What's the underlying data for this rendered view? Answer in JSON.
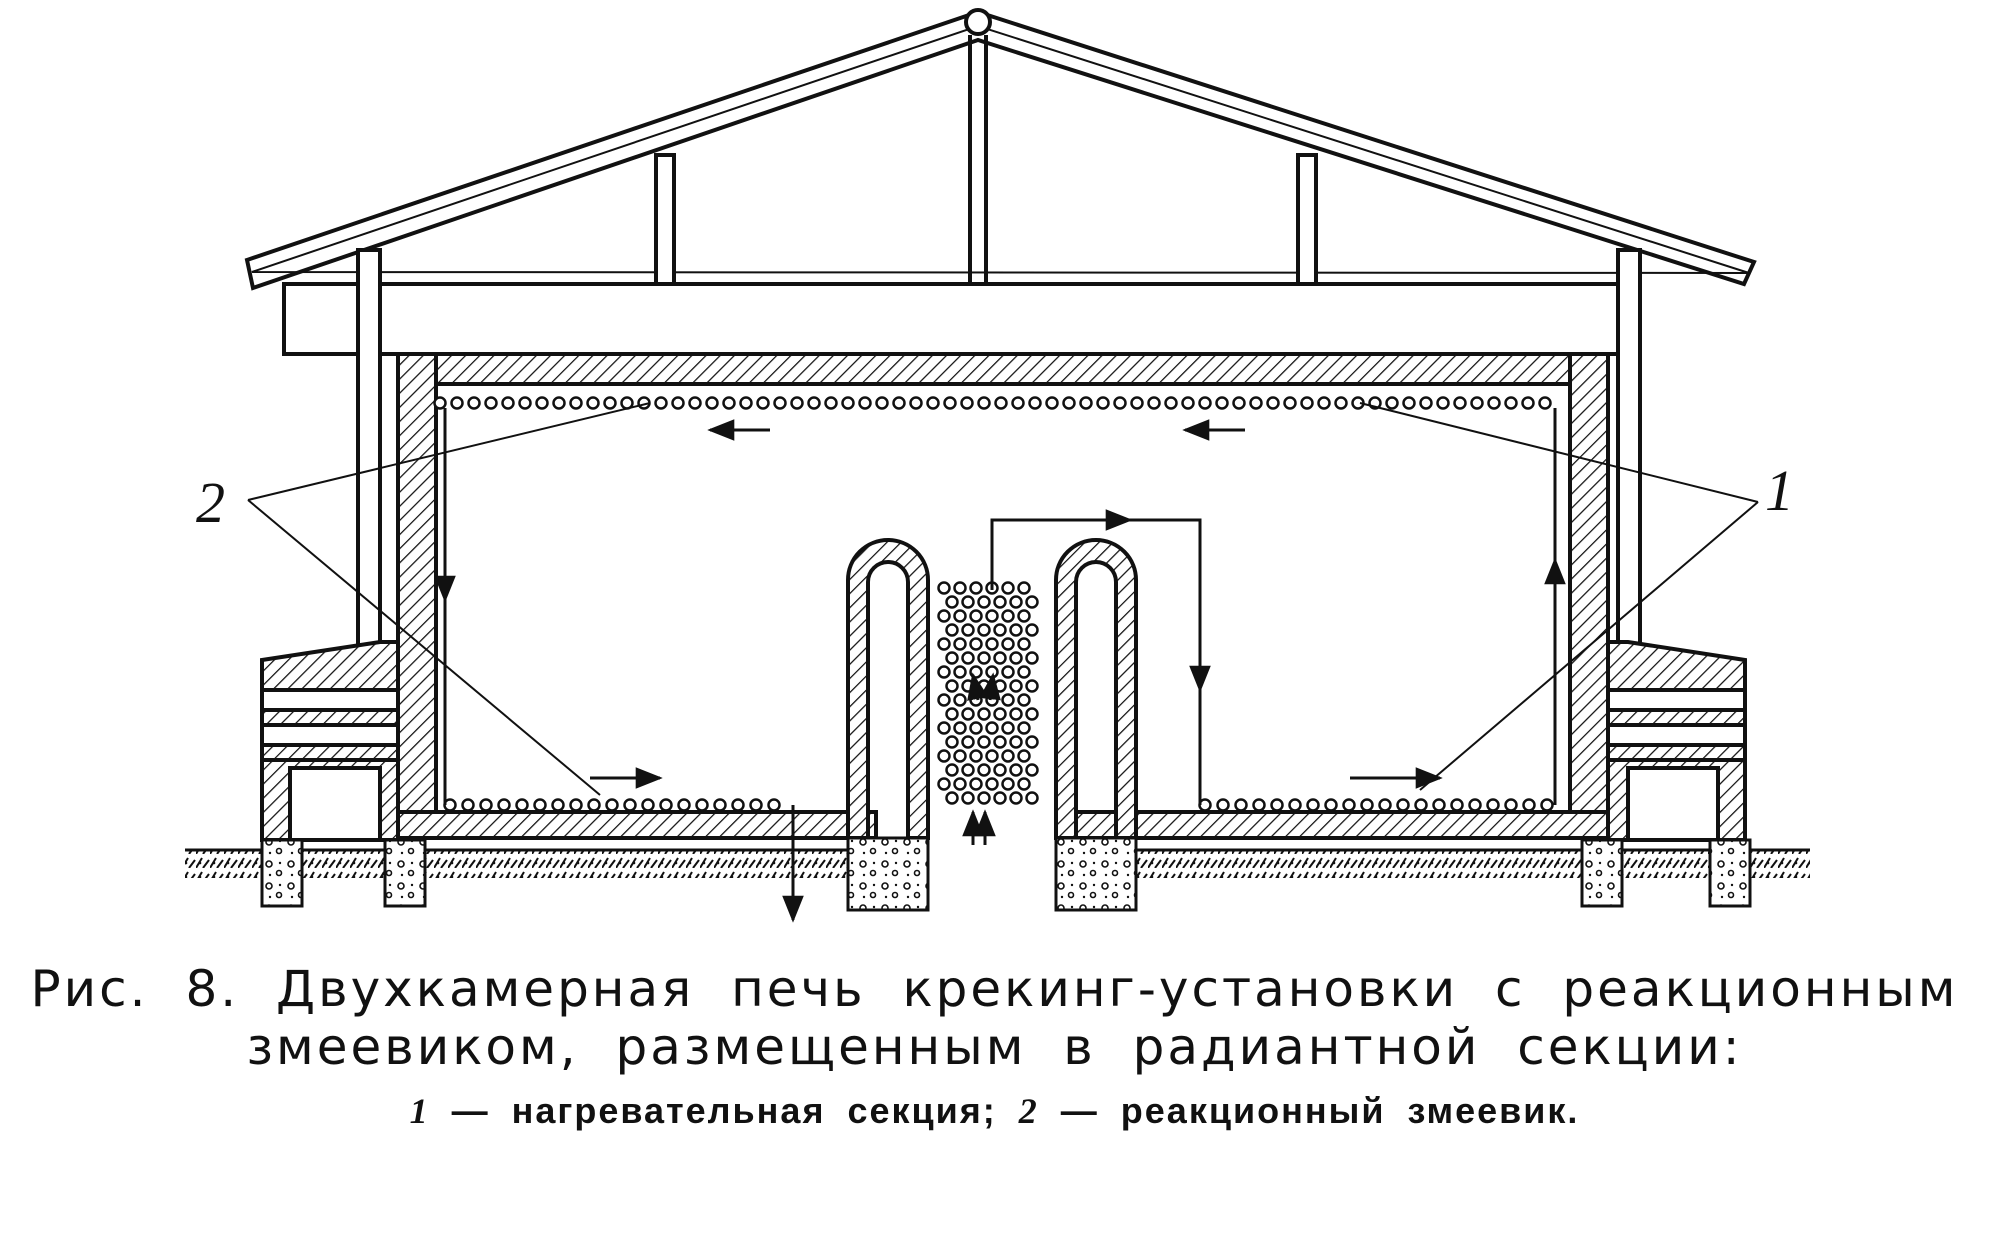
{
  "figure": {
    "callouts": {
      "label_1": "1",
      "label_2": "2"
    }
  },
  "caption": {
    "line1": "Рис.  8.  Двухкамерная  печь  крекинг-установки  с  реакционным",
    "line2": "змеевиком,  размещенным  в  радиантной  секции:",
    "legend_1_num": "1",
    "legend_1_text": " — нагревательная секция; ",
    "legend_2_num": "2",
    "legend_2_text": " —  реакционный  змеевик."
  }
}
